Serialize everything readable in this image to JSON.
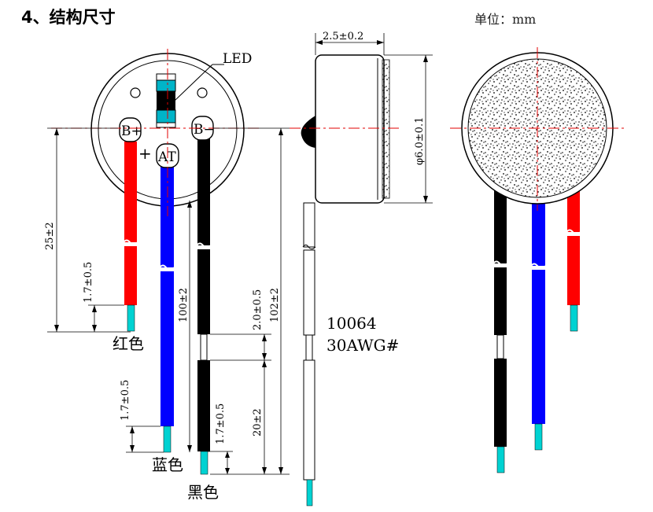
{
  "header": {
    "title": "4、结构尺寸",
    "unit": "单位：mm"
  },
  "front_view": {
    "led_label": "LED",
    "pad_b_plus": "B+",
    "pad_b_minus": "B−",
    "pad_at": "AT",
    "plus_mark": "+",
    "dim_25": "25±2",
    "dim_1_7_red": "1.7±0.5",
    "dim_100": "100±2",
    "dim_1_7_blue": "1.7±0.5",
    "dim_2_0": "2.0±0.5",
    "dim_102": "102±2",
    "dim_20": "20±2",
    "dim_1_7_black": "1.7±0.5",
    "label_red": "红色",
    "label_blue": "蓝色",
    "label_black": "黑色"
  },
  "side_view": {
    "dim_thickness": "2.5±0.2",
    "dim_diameter": "φ6.0±0.1",
    "wire_spec_line1": "10064",
    "wire_spec_line2": "30AWG#"
  },
  "colors": {
    "wire_red": "#ff0000",
    "wire_blue": "#0000ff",
    "wire_black": "#000000",
    "wire_tip": "#00d2d2",
    "led": "#00b4c8",
    "centerline": "#e00000"
  }
}
